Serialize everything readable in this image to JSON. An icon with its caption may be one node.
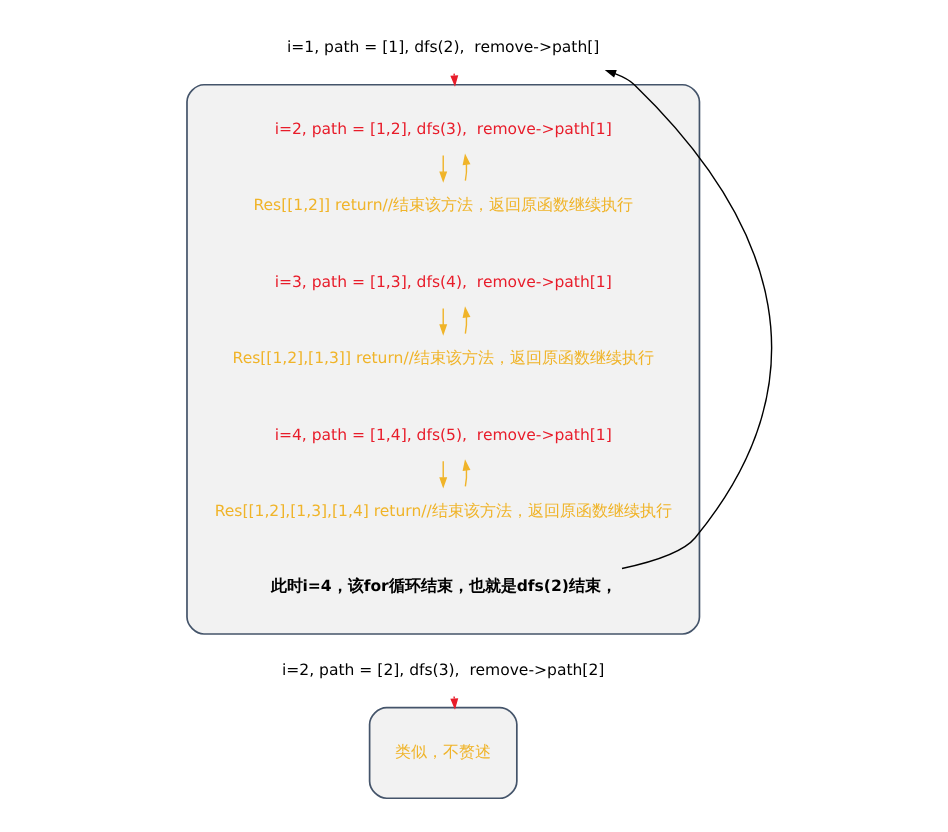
{
  "diagram": {
    "nodes": [
      {
        "text": [
          "i=1, path = [1], dfs(2),  remove->path[]"
        ]
      },
      {
        "text": [],
        "shape": "box"
      },
      {
        "text": [
          "i=2, path = [1,2], dfs(3),  remove->path[1]"
        ],
        "in": 1
      },
      {
        "text": [
          "Res[[1,2]] return//结束该方法，返回原函数继续执行"
        ],
        "in": 1
      },
      {
        "text": [
          "i=3, path = [1,3], dfs(4),  remove->path[1]"
        ],
        "in": 1
      },
      {
        "text": [
          "Res[[1,2],[1,3]] return//结束该方法，返回原函数继续执行"
        ],
        "in": 1
      },
      {
        "text": [
          "i=4, path = [1,4], dfs(5),  remove->path[1]"
        ],
        "in": 1
      },
      {
        "text": [
          "Res[[1,2],[1,3],[1,4] return//结束该方法，返回原函数继续执行"
        ],
        "in": 1
      },
      {
        "text": [
          "此时i=4，该for循环结束，也就是dfs(2)结束，"
        ],
        "in": 1
      },
      {
        "text": [
          "i=2, path = [2], dfs(3),  remove->path[2]"
        ]
      },
      {
        "text": [],
        "shape": "box"
      },
      {
        "text": [
          "类似，不赘述"
        ],
        "in": 10
      }
    ],
    "edges": [
      {
        "from": 0,
        "to": 1,
        "arrow": "to",
        "color": "#e81c2a"
      },
      {
        "from": 2,
        "to": 3,
        "arrow": "to"
      },
      {
        "from": 3,
        "to": 2,
        "arrow": "to"
      },
      {
        "from": 4,
        "to": 5,
        "arrow": "to"
      },
      {
        "from": 5,
        "to": 4,
        "arrow": "to"
      },
      {
        "from": 6,
        "to": 7,
        "arrow": "to"
      },
      {
        "from": 7,
        "to": 6,
        "arrow": "to"
      },
      {
        "from": 8,
        "to": 0,
        "arrow": "to",
        "color": "#000000"
      },
      {
        "from": 9,
        "to": 10,
        "arrow": "to",
        "color": "#e81c2a"
      }
    ]
  }
}
